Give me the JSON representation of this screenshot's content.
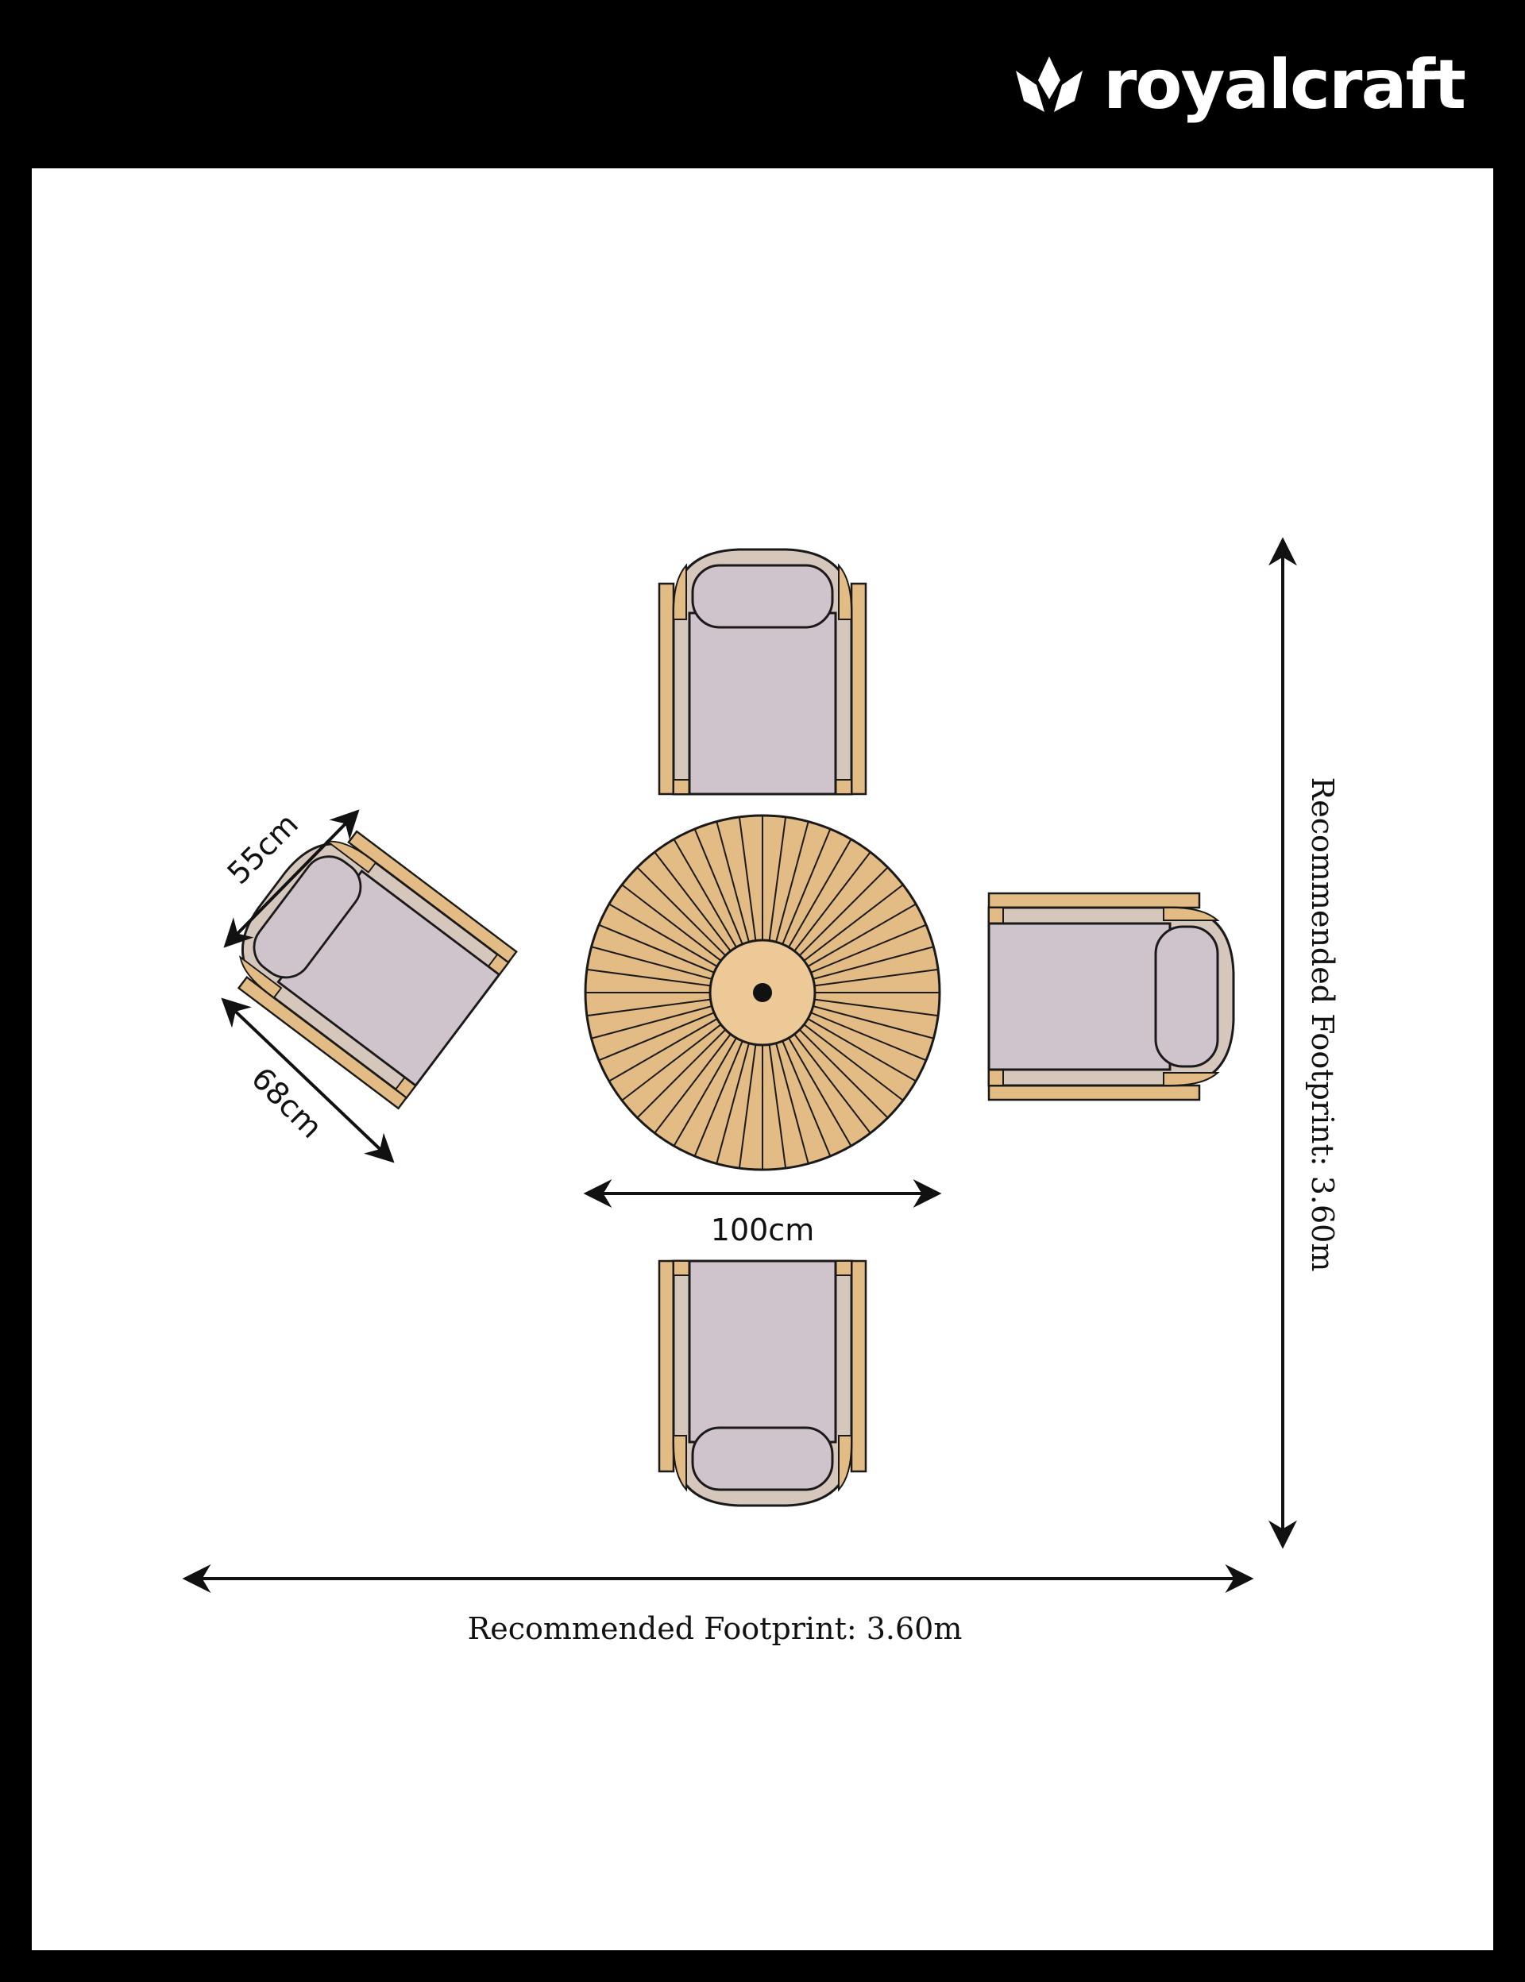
{
  "brand": {
    "name": "royalcraft",
    "logo_icon": "lotus-crown-icon"
  },
  "colors": {
    "frame": "#000000",
    "background": "#ffffff",
    "cushion": "#cfc3cc",
    "chair_frame": "#d6c7bc",
    "wood": "#e3bb85",
    "wood_light": "#ecc997",
    "outline": "#1a1a1a"
  },
  "diagram": {
    "items": [
      "chair-top",
      "chair-left",
      "chair-right",
      "chair-bottom",
      "round-table"
    ],
    "dimensions": {
      "chair_width": "55cm",
      "chair_depth": "68cm",
      "table_diameter": "100cm",
      "footprint_horizontal": "Recommended Footprint: 3.60m",
      "footprint_vertical": "Recommended Footprint: 3.60m"
    }
  }
}
